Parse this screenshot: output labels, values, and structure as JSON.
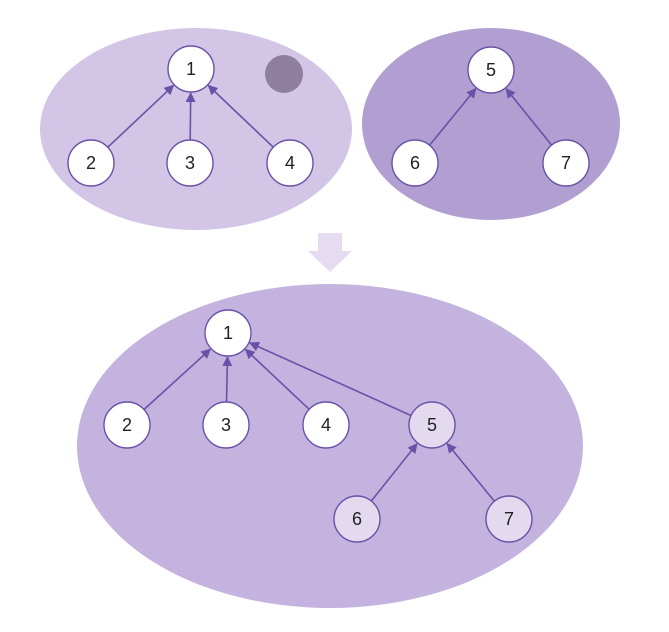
{
  "colors": {
    "set_a_fill": "#d2c5e6",
    "set_b_fill": "#b29fd2",
    "merged_fill": "#c4b3de",
    "node_white": "#ffffff",
    "node_merged": "#e3daf0",
    "node_stroke": "#6a51a8",
    "edge": "#6a51a8",
    "arrow_hint": "#e6dcf2",
    "marker_dot": "#8f7f9e"
  },
  "sets": [
    {
      "id": "top-left",
      "nodes": [
        {
          "id": "n1",
          "label": "1"
        },
        {
          "id": "n2",
          "label": "2"
        },
        {
          "id": "n3",
          "label": "3"
        },
        {
          "id": "n4",
          "label": "4"
        }
      ],
      "edges": [
        [
          "n2",
          "n1"
        ],
        [
          "n3",
          "n1"
        ],
        [
          "n4",
          "n1"
        ]
      ]
    },
    {
      "id": "top-right",
      "nodes": [
        {
          "id": "n5",
          "label": "5"
        },
        {
          "id": "n6",
          "label": "6"
        },
        {
          "id": "n7",
          "label": "7"
        }
      ],
      "edges": [
        [
          "n6",
          "n5"
        ],
        [
          "n7",
          "n5"
        ]
      ]
    },
    {
      "id": "merged",
      "nodes": [
        {
          "id": "m1",
          "label": "1"
        },
        {
          "id": "m2",
          "label": "2"
        },
        {
          "id": "m3",
          "label": "3"
        },
        {
          "id": "m4",
          "label": "4"
        },
        {
          "id": "m5",
          "label": "5"
        },
        {
          "id": "m6",
          "label": "6"
        },
        {
          "id": "m7",
          "label": "7"
        }
      ],
      "edges": [
        [
          "m2",
          "m1"
        ],
        [
          "m3",
          "m1"
        ],
        [
          "m4",
          "m1"
        ],
        [
          "m5",
          "m1"
        ],
        [
          "m6",
          "m5"
        ],
        [
          "m7",
          "m5"
        ]
      ]
    }
  ]
}
